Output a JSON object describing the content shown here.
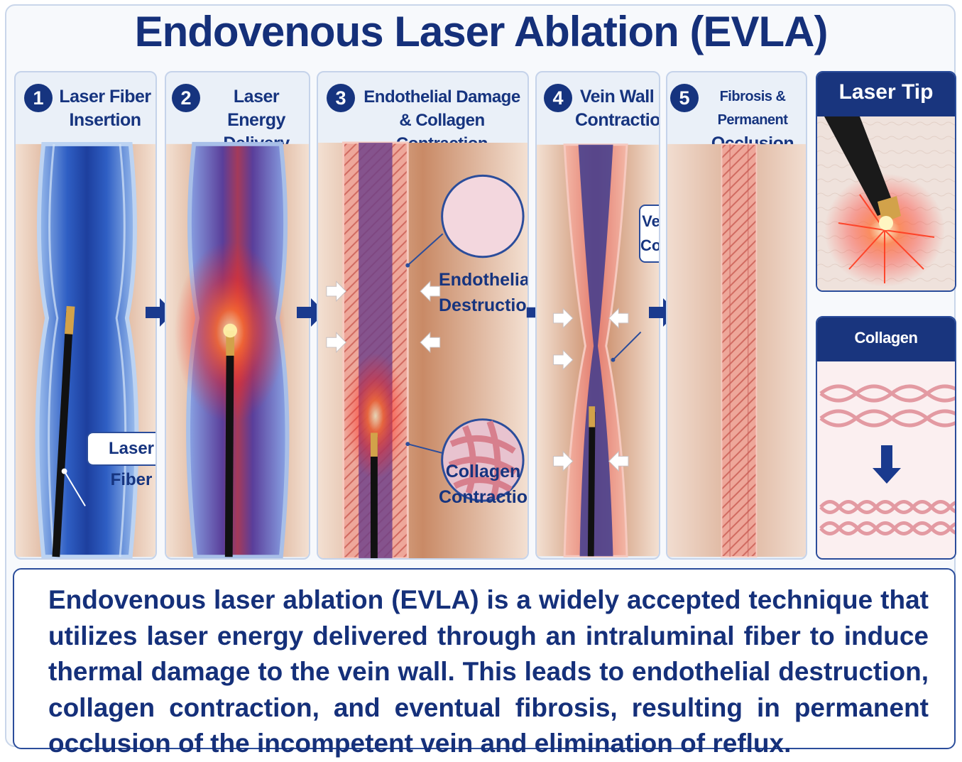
{
  "title": "Endovenous Laser Ablation (EVLA)",
  "steps": [
    {
      "number": "1",
      "title_line1": "Laser Fiber",
      "title_line2": "Insertion"
    },
    {
      "number": "2",
      "title_line1": "Laser Energy",
      "title_line2": "Delivery"
    },
    {
      "number": "3",
      "title_line1": "Endothelial Damage",
      "title_line2": "& Collagen Contraction"
    },
    {
      "number": "4",
      "title_line1": "Vein Wall",
      "title_line2": "Contraction"
    },
    {
      "number": "5",
      "title_line1": "Fibrosis & Permanent",
      "title_line2": "Occlusion"
    }
  ],
  "callouts": {
    "laser_fiber": "Laser Fiber",
    "endothelial_line1": "Endothelial",
    "endothelial_line2": "Destruction",
    "collagen_line1": "Collagen",
    "collagen_line2": "Contraction",
    "vein_wall_line1": "Vein Wall",
    "vein_wall_line2": "Contraction"
  },
  "side_cards": {
    "laser_tip": "Laser Tip",
    "collagen_contraction": "Collagen Contraction"
  },
  "description": "Endovenous laser ablation (EVLA) is a widely accepted technique that utilizes laser energy delivered through an intraluminal fiber to induce thermal damage to the vein wall. This leads to endothelial destruction, collagen contraction, and eventual fibrosis, resulting in permanent occlusion of the incompetent vein and elimination of reflux.",
  "colors": {
    "navy": "#16347f",
    "vein_blue": "#2f5fc4",
    "tissue": "#d9a88a",
    "vein_wall": "#e07a70",
    "laser_glow": "#ff3b1f"
  }
}
